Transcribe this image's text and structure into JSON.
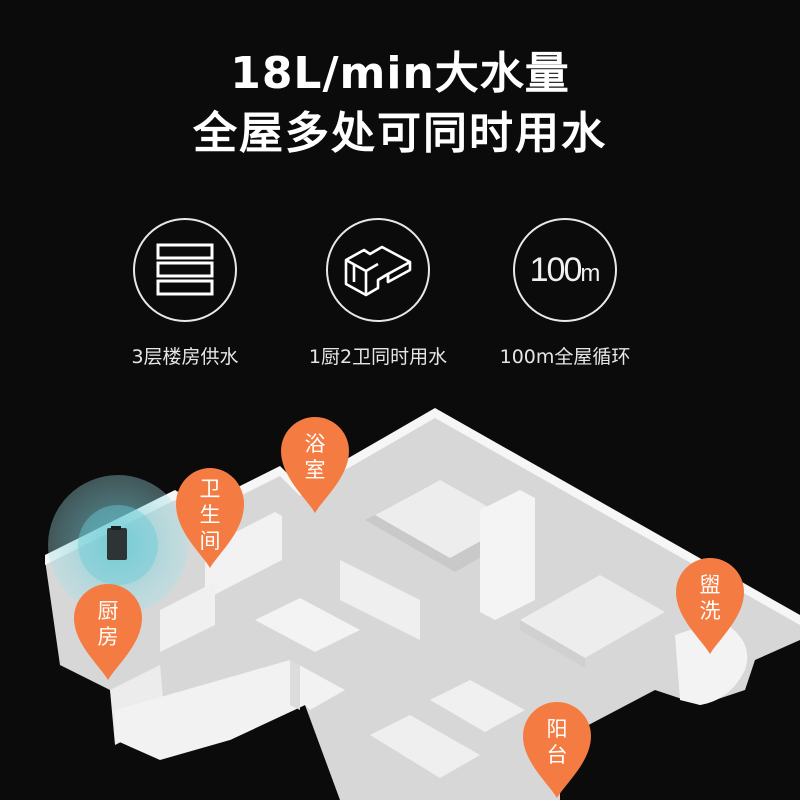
{
  "headline": {
    "line1": "18L/min大水量",
    "line2": "全屋多处可同时用水"
  },
  "features": [
    {
      "icon": "stacked-floors-icon",
      "caption": "3层楼房供水"
    },
    {
      "icon": "isometric-house-icon",
      "caption": "1厨2卫同时用水"
    },
    {
      "icon": "distance-100m-icon",
      "icon_text_num": "100",
      "icon_text_unit": "m",
      "caption": "100m全屋循环"
    }
  ],
  "pins": [
    {
      "id": "bathroom-1",
      "line1": "浴",
      "line2": "室"
    },
    {
      "id": "toilet",
      "line1": "卫",
      "line2": "生",
      "line3": "间"
    },
    {
      "id": "kitchen",
      "line1": "厨",
      "line2": "房"
    },
    {
      "id": "washroom",
      "line1": "盥",
      "line2": "洗"
    },
    {
      "id": "balcony",
      "line1": "阳",
      "line2": "台"
    }
  ],
  "colors": {
    "background": "#0b0b0b",
    "pin": "#f47c42",
    "heater_halo": "#7fd3dc",
    "floor": "#dcdcdc",
    "wall": "#f4f4f4"
  }
}
